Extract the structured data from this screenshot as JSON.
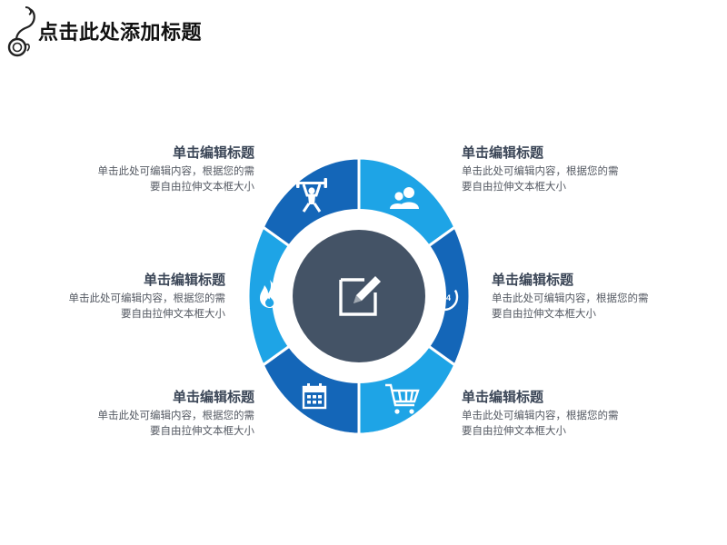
{
  "slide": {
    "title": "点击此处添加标题"
  },
  "colors": {
    "dark_blue": "#1466b8",
    "light_blue": "#1ea4e6",
    "center_dark": "#445366",
    "white": "#ffffff",
    "title_text": "#3b4657"
  },
  "segments": [
    {
      "name": "top-left",
      "icon": "weightlifter-icon",
      "color": "#1466b8"
    },
    {
      "name": "top-right",
      "icon": "users-icon",
      "color": "#1ea4e6"
    },
    {
      "name": "mid-right",
      "icon": "24h-phone-icon",
      "color": "#1466b8"
    },
    {
      "name": "bottom-right",
      "icon": "shopping-cart-icon",
      "color": "#1ea4e6"
    },
    {
      "name": "bottom-left",
      "icon": "calendar-icon",
      "color": "#1466b8"
    },
    {
      "name": "mid-left",
      "icon": "flame-icon",
      "color": "#1ea4e6"
    }
  ],
  "center": {
    "icon": "edit-icon"
  },
  "icons": {
    "phone_24_label": "24"
  },
  "items": {
    "top_left": {
      "title": "单击编辑标题",
      "desc": "单击此处可编辑内容，根据您的需\n要自由拉伸文本框大小"
    },
    "mid_left": {
      "title": "单击编辑标题",
      "desc": "单击此处可编辑内容，根据您的需\n要自由拉伸文本框大小"
    },
    "bottom_left": {
      "title": "单击编辑标题",
      "desc": "单击此处可编辑内容，根据您的需\n要自由拉伸文本框大小"
    },
    "top_right": {
      "title": "单击编辑标题",
      "desc": "单击此处可编辑内容，根据您的需\n要自由拉伸文本框大小"
    },
    "mid_right": {
      "title": "单击编辑标题",
      "desc": "单击此处可编辑内容，根据您的需\n要自由拉伸文本框大小"
    },
    "bottom_right": {
      "title": "单击编辑标题",
      "desc": "单击此处可编辑内容，根据您的需\n要自由拉伸文本框大小"
    }
  }
}
